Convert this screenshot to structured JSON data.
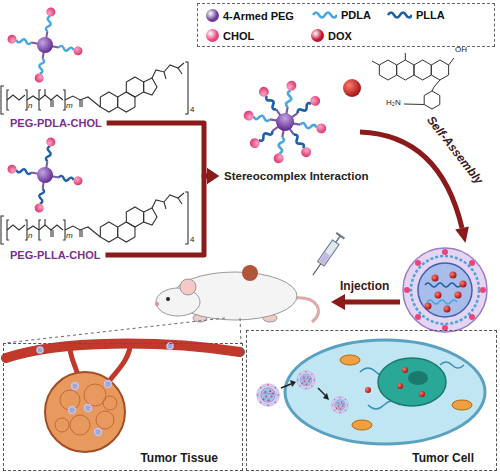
{
  "diagram": {
    "nodes": [
      {
        "text": [
          "PEG-PDLA-CHOL"
        ]
      },
      {
        "text": [
          "PEG-PLLA-CHOL"
        ]
      },
      {
        "text": [
          "Stereocomplex Interaction"
        ]
      },
      {
        "text": [
          "Tumor Tissue"
        ]
      },
      {
        "text": [
          "Tumor Cell"
        ]
      }
    ],
    "edges": [
      {
        "from": 0,
        "to": 2,
        "arrow": "to"
      },
      {
        "from": 1,
        "to": 2,
        "arrow": "to"
      }
    ],
    "labels": [
      "n",
      "m",
      "4",
      "n",
      "m",
      "4",
      "OH",
      "H₂N",
      "Self-Assembly",
      "Injection"
    ],
    "legend": [
      {
        "text": "4-Armed PEG",
        "color": "#6a3d9a"
      },
      {
        "text": "PDLA"
      },
      {
        "text": "PLLA"
      },
      {
        "text": "CHOL",
        "color": "#e8457a"
      },
      {
        "text": "DOX",
        "color": "#c8102e"
      }
    ]
  }
}
